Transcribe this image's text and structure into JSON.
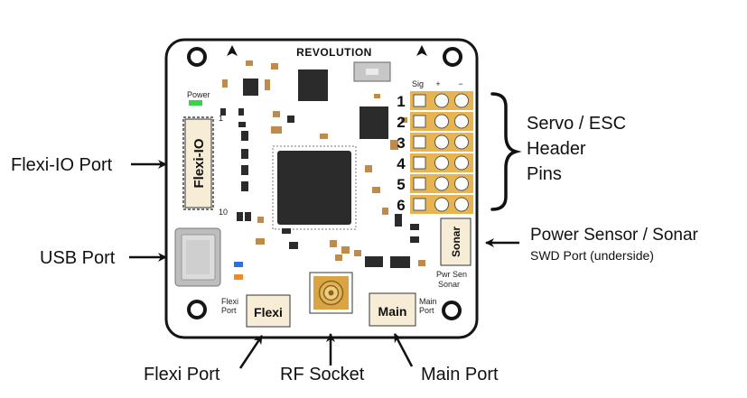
{
  "board": {
    "brand": "REVOLUTION",
    "power_led_label": "Power",
    "sig_label": "Sig",
    "plus_label": "+",
    "minus_label": "−",
    "pin_numbers": [
      "1",
      "2",
      "3",
      "4",
      "5",
      "6"
    ],
    "flexi_io_connector": "Flexi-IO",
    "flexi_io_pin_first": "1",
    "flexi_io_pin_last": "10",
    "sonar_connector": "Sonar",
    "pwr_sen_label": "Pwr Sen",
    "sonar_small_label": "Sonar",
    "flexi_connector": "Flexi",
    "flexi_port_small": [
      "Flexi",
      "Port"
    ],
    "main_connector": "Main",
    "main_port_small": [
      "Main",
      "Port"
    ]
  },
  "callouts": {
    "servo_lines": [
      "Servo / ESC",
      "Header",
      "Pins"
    ],
    "flexi_io_port": "Flexi-IO Port",
    "usb_port": "USB Port",
    "power_sensor": "Power Sensor / Sonar",
    "swd_port": "SWD Port (underside)",
    "flexi_port": "Flexi Port",
    "rf_socket": "RF Socket",
    "main_port": "Main Port"
  },
  "colors": {
    "board_border": "#151515",
    "board_fill": "#ffffff",
    "chip": "#2b2b2b",
    "component_tan": "#c08a4a",
    "pad_gold": "#e6b450",
    "led_green": "#37d34a",
    "led_blue": "#2f6fe0",
    "led_orange": "#f08a24"
  }
}
